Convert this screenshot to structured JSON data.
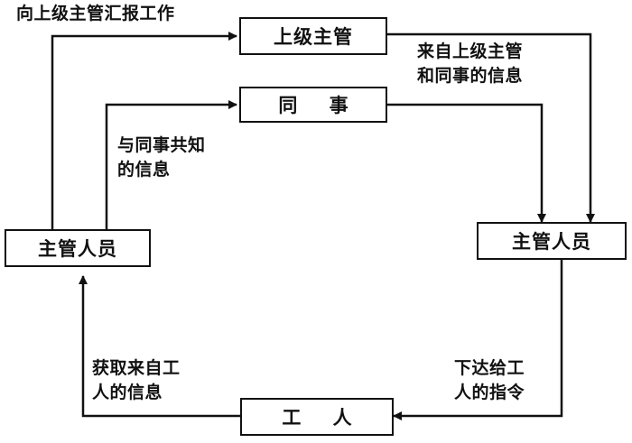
{
  "nodes": {
    "superior": "上级主管",
    "colleague": "同 事",
    "manager_left": "主管人员",
    "manager_right": "主管人员",
    "worker": "工 人"
  },
  "labels": {
    "report_up": "向上级主管汇报工作",
    "info_from_superior": "来自上级主管\n和同事的信息",
    "shared_info": "与同事共知\n的信息",
    "instructions": "下达给工\n人的指令",
    "info_from_workers": "获取来自工\n人的信息"
  }
}
